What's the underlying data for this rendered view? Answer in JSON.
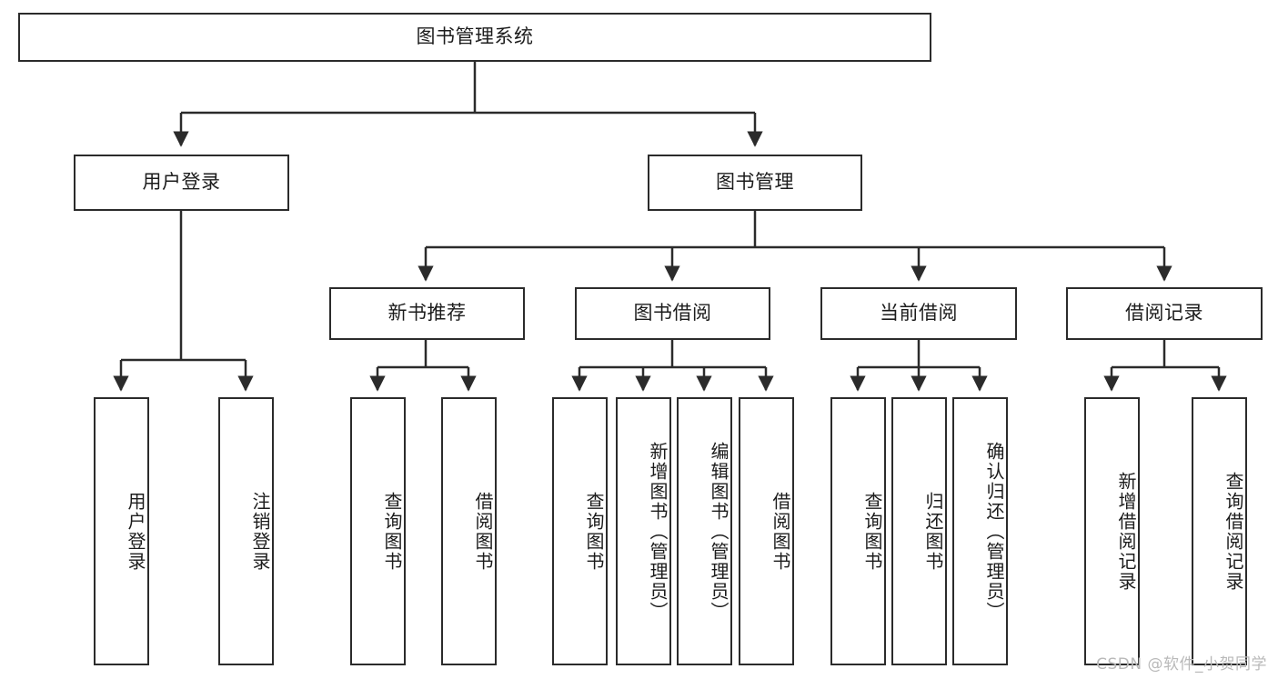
{
  "diagram": {
    "title": "图书管理系统",
    "type": "tree-hierarchy-chart",
    "colors": {
      "box_border": "#2b2b2b",
      "box_fill": "#ffffff",
      "connector": "#2b2b2b",
      "background": "#ffffff",
      "watermark": "#b9b9b9"
    },
    "root": {
      "id": "root",
      "label": "图书管理系统"
    },
    "level2": [
      {
        "id": "user-login",
        "label": "用户登录"
      },
      {
        "id": "book-management",
        "label": "图书管理"
      }
    ],
    "level3": [
      {
        "id": "new-book-recommend",
        "label": "新书推荐",
        "parent": "book-management"
      },
      {
        "id": "book-borrow",
        "label": "图书借阅",
        "parent": "book-management"
      },
      {
        "id": "current-borrow",
        "label": "当前借阅",
        "parent": "book-management"
      },
      {
        "id": "borrow-record",
        "label": "借阅记录",
        "parent": "book-management"
      }
    ],
    "leaves": {
      "user-login": [
        {
          "id": "leaf-user-login",
          "label": "用户登录"
        },
        {
          "id": "leaf-logout-login",
          "label": "注销登录"
        }
      ],
      "new-book-recommend": [
        {
          "id": "leaf-query-book-1",
          "label": "查询图书"
        },
        {
          "id": "leaf-borrow-book-1",
          "label": "借阅图书"
        }
      ],
      "book-borrow": [
        {
          "id": "leaf-query-book-2",
          "label": "查询图书"
        },
        {
          "id": "leaf-add-book",
          "label": "新增图书（管理员）"
        },
        {
          "id": "leaf-edit-book",
          "label": "编辑图书（管理员）"
        },
        {
          "id": "leaf-borrow-book-2",
          "label": "借阅图书"
        }
      ],
      "current-borrow": [
        {
          "id": "leaf-query-book-3",
          "label": "查询图书"
        },
        {
          "id": "leaf-return-book",
          "label": "归还图书"
        },
        {
          "id": "leaf-confirm-return",
          "label": "确认归还（管理员）"
        }
      ],
      "borrow-record": [
        {
          "id": "leaf-add-record",
          "label": "新增借阅记录"
        },
        {
          "id": "leaf-query-record",
          "label": "查询借阅记录"
        }
      ]
    }
  },
  "watermark": {
    "text": "CSDN @软件_小贺同学"
  }
}
